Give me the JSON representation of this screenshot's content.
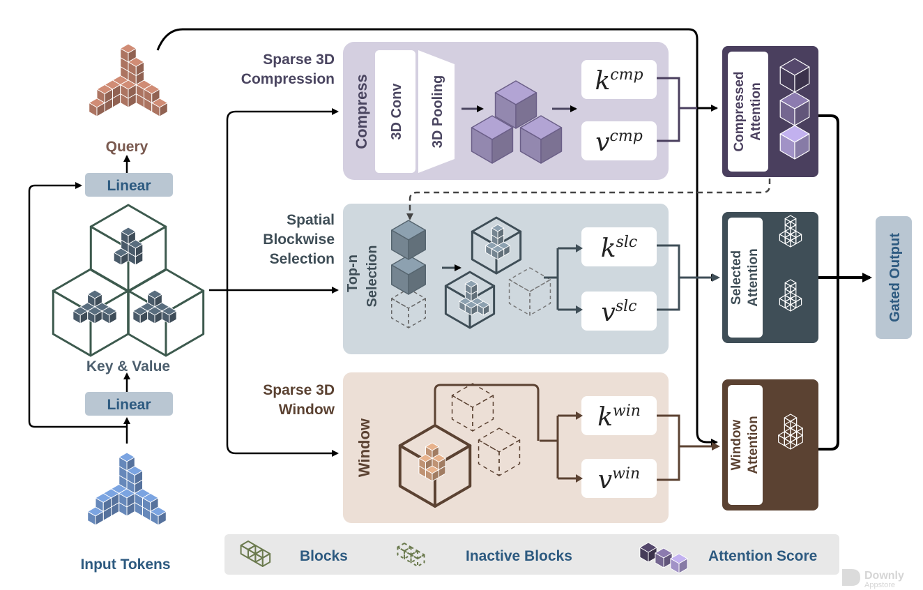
{
  "inputs": {
    "query_label": "Query",
    "kv_label": "Key & Value",
    "input_label": "Input Tokens",
    "linear_top": "Linear",
    "linear_bottom": "Linear"
  },
  "compression": {
    "title_line1": "Sparse 3D",
    "title_line2": "Compression",
    "side_label": "Compress",
    "conv_label": "3D Conv",
    "pool_label": "3D Pooling",
    "k_base": "k",
    "k_sup": "cmp",
    "v_base": "v",
    "v_sup": "cmp",
    "attn_line1": "Compressed",
    "attn_line2": "Attention"
  },
  "selection": {
    "title_line1": "Spatial",
    "title_line2": "Blockwise",
    "title_line3": "Selection",
    "side_line1": "Top-n",
    "side_line2": "Selection",
    "k_base": "k",
    "k_sup": "slc",
    "v_base": "v",
    "v_sup": "slc",
    "attn_line1": "Selected",
    "attn_line2": "Attention"
  },
  "window": {
    "title_line1": "Sparse 3D",
    "title_line2": "Window",
    "side_label": "Window",
    "k_base": "k",
    "k_sup": "win",
    "v_base": "v",
    "v_sup": "win",
    "attn_line1": "Window",
    "attn_line2": "Attention"
  },
  "output": {
    "label": "Gated Output"
  },
  "legend": {
    "blocks": "Blocks",
    "inactive": "Inactive Blocks",
    "score": "Attention Score"
  },
  "watermark": {
    "line1": "Downly",
    "line2": "Appstore"
  },
  "colors": {
    "query": "#b57a66",
    "kv": "#4d5f6e",
    "input": "#6b8fc4",
    "label_blue": "#2d5a80",
    "linear_bg": "#b9c6d2",
    "comp_bg": "#d4cfe0",
    "comp_dark": "#4a3f5e",
    "comp_title": "#4a4560",
    "sel_bg": "#cfd8de",
    "sel_dark": "#3f4e57",
    "win_bg": "#ecdfd6",
    "win_dark": "#5b4232",
    "win_title": "#5b4232",
    "gated_bg": "#b9c6d2"
  }
}
